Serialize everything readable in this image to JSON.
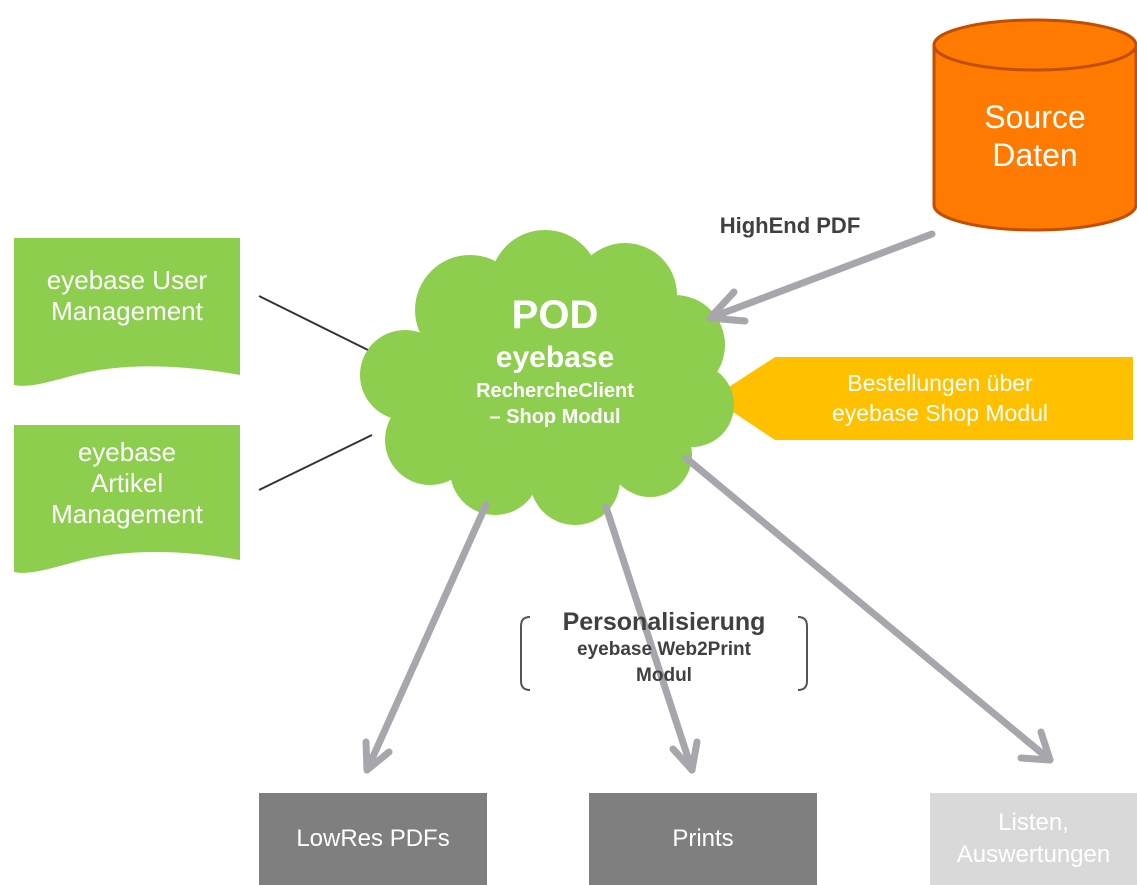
{
  "source": {
    "line1": "Source",
    "line2": "Daten",
    "color": "#FF7A00"
  },
  "highend": {
    "label": "HighEnd PDF"
  },
  "pod": {
    "title": "POD",
    "subtitle": "eyebase",
    "line3": "RechercheClient",
    "line4": "– Shop Modul",
    "color": "#8DCE4E"
  },
  "user_mgmt": {
    "line1": "eyebase User",
    "line2": "Management",
    "color": "#8DCE4E"
  },
  "artikel_mgmt": {
    "line1": "eyebase",
    "line2": "Artikel",
    "line3": "Management",
    "color": "#8DCE4E"
  },
  "bestellungen": {
    "line1": "Bestellungen über",
    "line2": "eyebase Shop Modul",
    "color": "#FFC000"
  },
  "personalisierung": {
    "line1": "Personalisierung",
    "line2": "eyebase Web2Print",
    "line3": "Modul"
  },
  "outputs": {
    "lowres": {
      "label": "LowRes PDFs",
      "color": "#7F7F7F"
    },
    "prints": {
      "label": "Prints",
      "color": "#7F7F7F"
    },
    "listen": {
      "line1": "Listen,",
      "line2": "Auswertungen",
      "color": "#D9D9D9"
    }
  },
  "arrow_color": "#A6A6AC"
}
